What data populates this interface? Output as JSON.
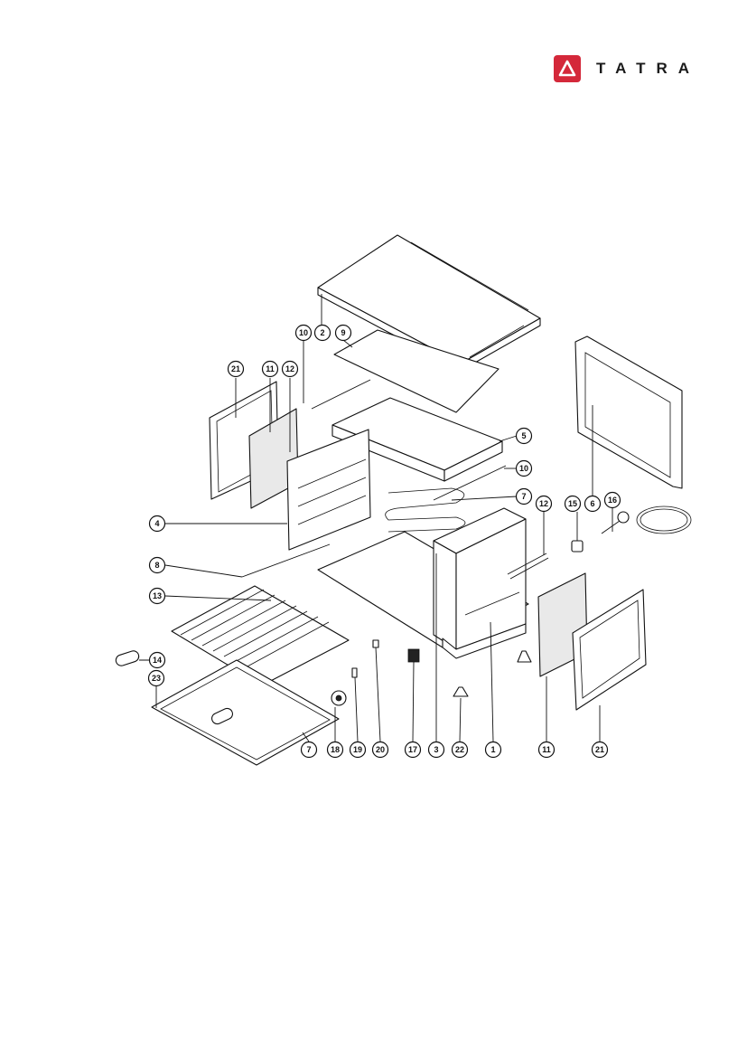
{
  "brand": {
    "name": "TATRA",
    "accent_color": "#d4283a",
    "logo_icon": "triangle-logo-icon"
  },
  "diagram": {
    "callouts": [
      "1",
      "2",
      "3",
      "4",
      "5",
      "6",
      "7",
      "7",
      "8",
      "9",
      "10",
      "10",
      "11",
      "11",
      "12",
      "12",
      "13",
      "14",
      "15",
      "16",
      "17",
      "18",
      "19",
      "20",
      "21",
      "21",
      "22",
      "23"
    ]
  }
}
